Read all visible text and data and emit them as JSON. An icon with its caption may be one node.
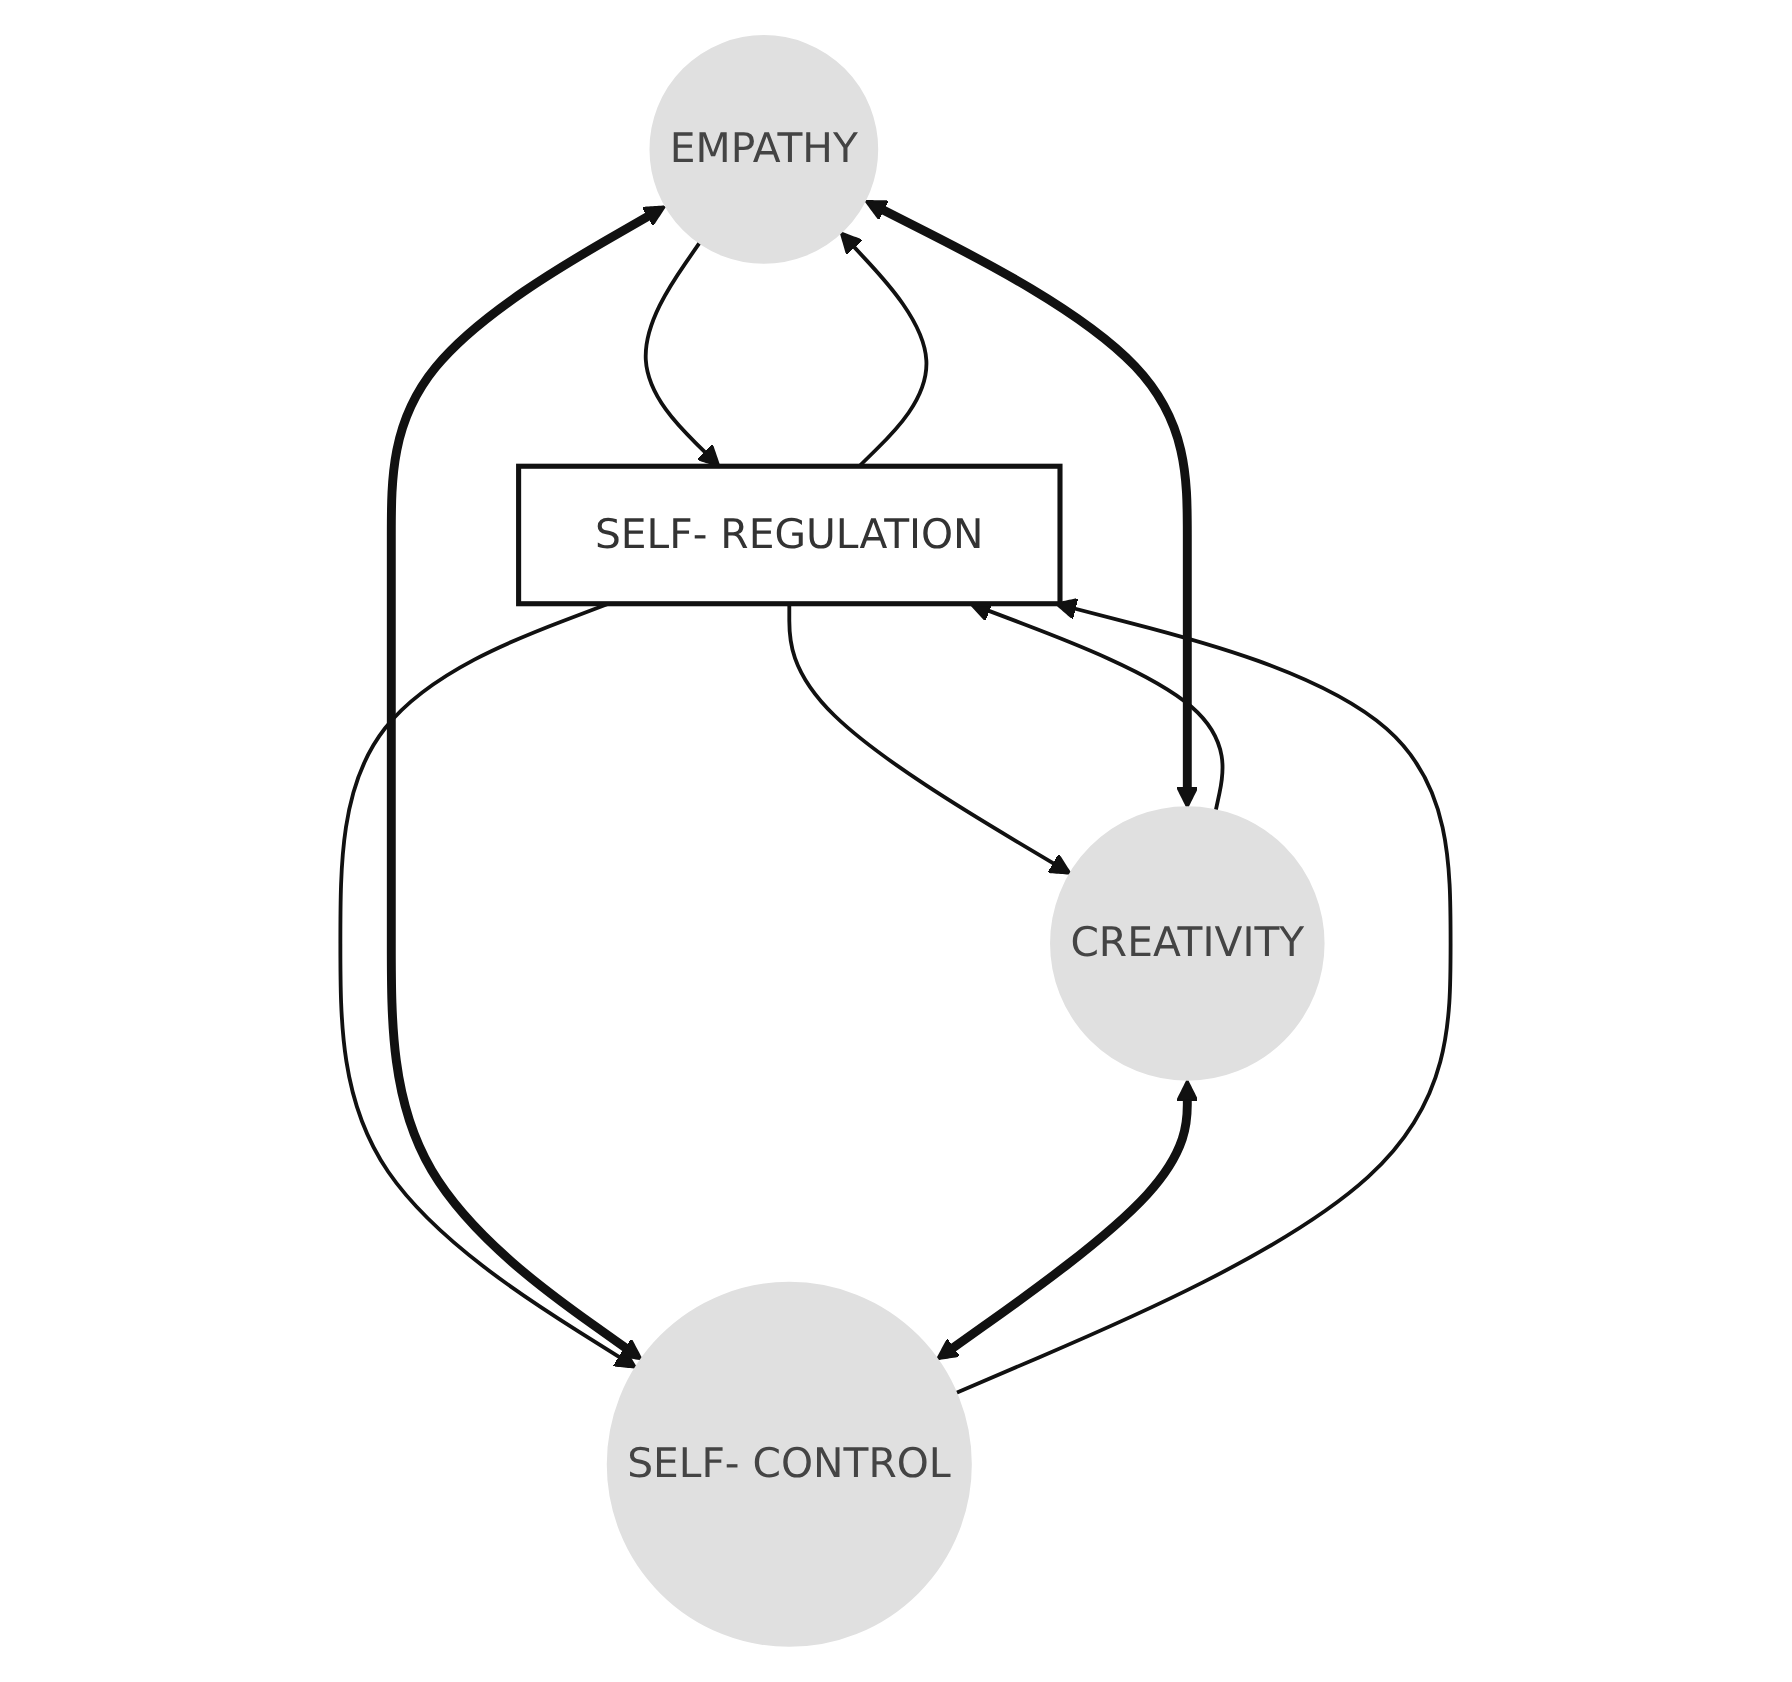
{
  "diagram": {
    "nodes": [
      {
        "text": [
          "EMPATHY"
        ]
      },
      {
        "text": [
          "SELF- REGULATION"
        ]
      },
      {
        "text": [
          "CREATIVITY"
        ]
      },
      {
        "text": [
          "SELF- CONTROL"
        ]
      }
    ],
    "edges": [
      {
        "from": 0,
        "to": 1,
        "arrow": "to"
      },
      {
        "from": 1,
        "to": 0,
        "arrow": "to"
      },
      {
        "from": 1,
        "to": 2,
        "arrow": "to"
      },
      {
        "from": 2,
        "to": 1,
        "arrow": "to"
      },
      {
        "from": 1,
        "to": 3,
        "arrow": "to"
      },
      {
        "from": 3,
        "to": 1,
        "arrow": "to"
      },
      {
        "from": 0,
        "to": 2,
        "arrow": "both",
        "style": "thick"
      },
      {
        "from": 0,
        "to": 3,
        "arrow": "both",
        "style": "thick"
      },
      {
        "from": 2,
        "to": 3,
        "arrow": "both",
        "style": "thick"
      }
    ]
  }
}
